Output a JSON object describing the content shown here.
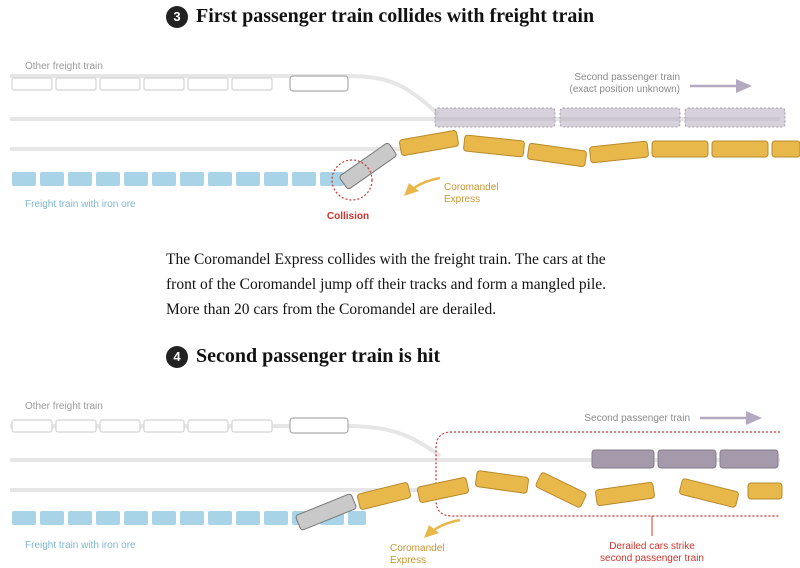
{
  "step3": {
    "number": "3",
    "title": "First passenger train collides with freight train",
    "labels": {
      "other_freight": "Other freight train",
      "second_passenger_line1": "Second passenger train",
      "second_passenger_line2": "(exact position unknown)",
      "coromandel_line1": "Coromandel",
      "coromandel_line2": "Express",
      "iron_ore": "Freight train with iron ore",
      "collision": "Collision"
    }
  },
  "paragraph": "The Coromandel Express collides with the freight train. The cars at the front of the Coromandel jump off their tracks and form a mangled pile. More than 20 cars from the Coromandel are derailed.",
  "step4": {
    "number": "4",
    "title": "Second passenger train is hit",
    "labels": {
      "other_freight": "Other freight train",
      "second_passenger": "Second passenger train",
      "coromandel_line1": "Coromandel",
      "coromandel_line2": "Express",
      "iron_ore": "Freight train with iron ore",
      "derailed_line1": "Derailed cars strike",
      "derailed_line2": "second passenger train"
    }
  },
  "colors": {
    "coromandel": "#e8b84a",
    "second_passenger": "#a59aab",
    "iron_ore": "#a9d3e6",
    "collision": "#d0342c",
    "arrow": "#b5a9bf"
  }
}
